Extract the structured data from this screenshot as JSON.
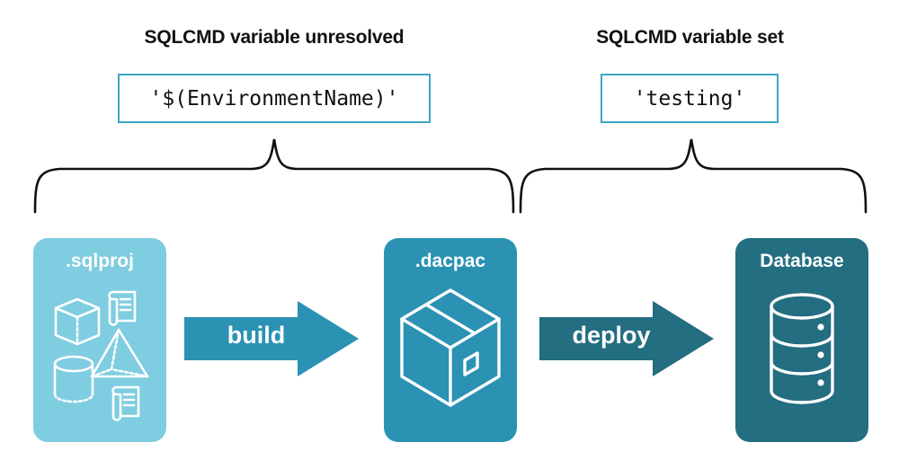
{
  "headings": {
    "left": "SQLCMD variable unresolved",
    "right": "SQLCMD variable set"
  },
  "code_boxes": {
    "left": "'$(EnvironmentName)'",
    "right": "'testing'"
  },
  "stages": [
    {
      "id": "sqlproj",
      "label": ".sqlproj",
      "color": "#7fcde0",
      "icons": [
        "cube-icon",
        "scroll-icon",
        "pyramid-icon",
        "cylinder-icon",
        "scroll-icon"
      ]
    },
    {
      "id": "dacpac",
      "label": ".dacpac",
      "color": "#2b92b4",
      "icons": [
        "package-box-icon"
      ]
    },
    {
      "id": "database",
      "label": "Database",
      "color": "#236e80",
      "icons": [
        "database-cylinder-icon"
      ]
    }
  ],
  "arrows": [
    {
      "id": "build",
      "label": "build",
      "color": "#2b92b4"
    },
    {
      "id": "deploy",
      "label": "deploy",
      "color": "#236e80"
    }
  ],
  "braces": {
    "left": {
      "name": "left-curly-brace",
      "color": "#111111"
    },
    "right": {
      "name": "right-curly-brace",
      "color": "#111111"
    }
  },
  "colors": {
    "accent_border": "#3fa6c6",
    "light_teal": "#7fcde0",
    "mid_teal": "#2b92b4",
    "dark_teal": "#236e80",
    "text": "#111111",
    "background": "#ffffff"
  }
}
